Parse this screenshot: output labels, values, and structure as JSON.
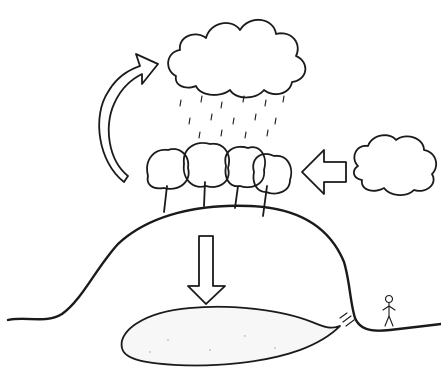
{
  "diagram": {
    "elements": [
      "rain-cloud",
      "rain-drops",
      "evapotranspiration-arrow",
      "forest-trees",
      "incoming-cloud",
      "inflow-arrow",
      "hill",
      "infiltration-arrow",
      "groundwater-aquifer",
      "spring-outlet",
      "stick-figure"
    ],
    "colors": {
      "ink": "#1a1a1a",
      "paper": "#ffffff",
      "canopy_shade": "#cfcfcf"
    }
  }
}
